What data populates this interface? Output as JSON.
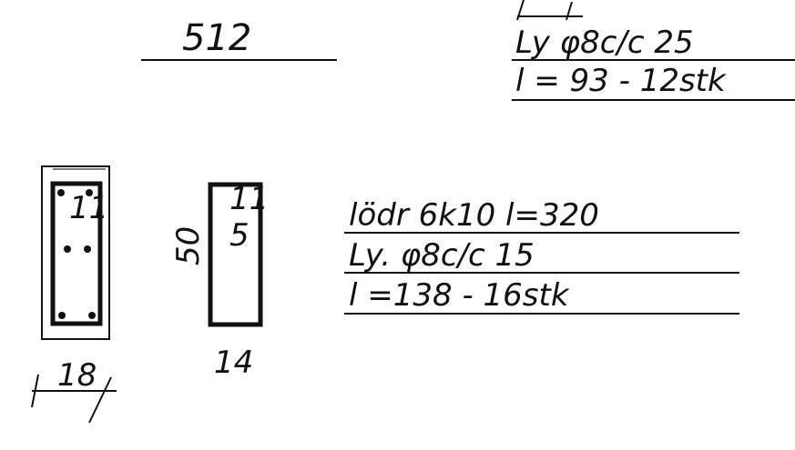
{
  "drawing": {
    "position_mark": "512",
    "top_stirrups": {
      "line1": "Ly φ8c/c 25",
      "line2": "l = 93 - 12stk"
    },
    "section": {
      "width": "18",
      "height": "50",
      "stirrup_width": "14",
      "stirrup_leg_top": "11",
      "stirrup_leg_mid": "5"
    },
    "reinforcement": {
      "line1": "lödr 6k10 l=320",
      "line2": "Ly. φ8c/c 15",
      "line3": "l =138 - 16stk"
    },
    "ink_color": "#111111"
  }
}
